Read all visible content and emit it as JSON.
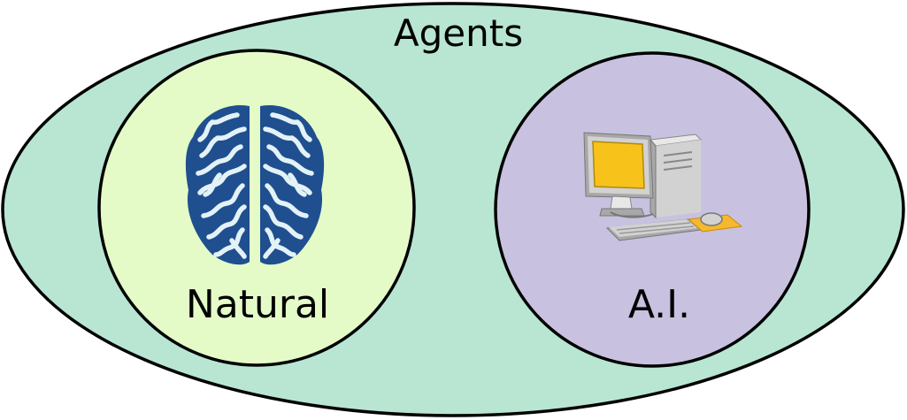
{
  "diagram": {
    "outer": {
      "label": "Agents",
      "fill": "#b8e6d3"
    },
    "left": {
      "label": "Natural",
      "fill": "#e4fbc8",
      "icon": "brain-icon"
    },
    "right": {
      "label": "A.I.",
      "fill": "#c8c2e0",
      "icon": "computer-icon"
    },
    "stroke": "#000000",
    "brain_colors": {
      "dark": "#1f4f8f",
      "light": "#e3f2f7"
    },
    "computer_colors": {
      "screen": "#f7c21a",
      "case": "#d2d2d2",
      "mousepad": "#f5b82e"
    }
  }
}
